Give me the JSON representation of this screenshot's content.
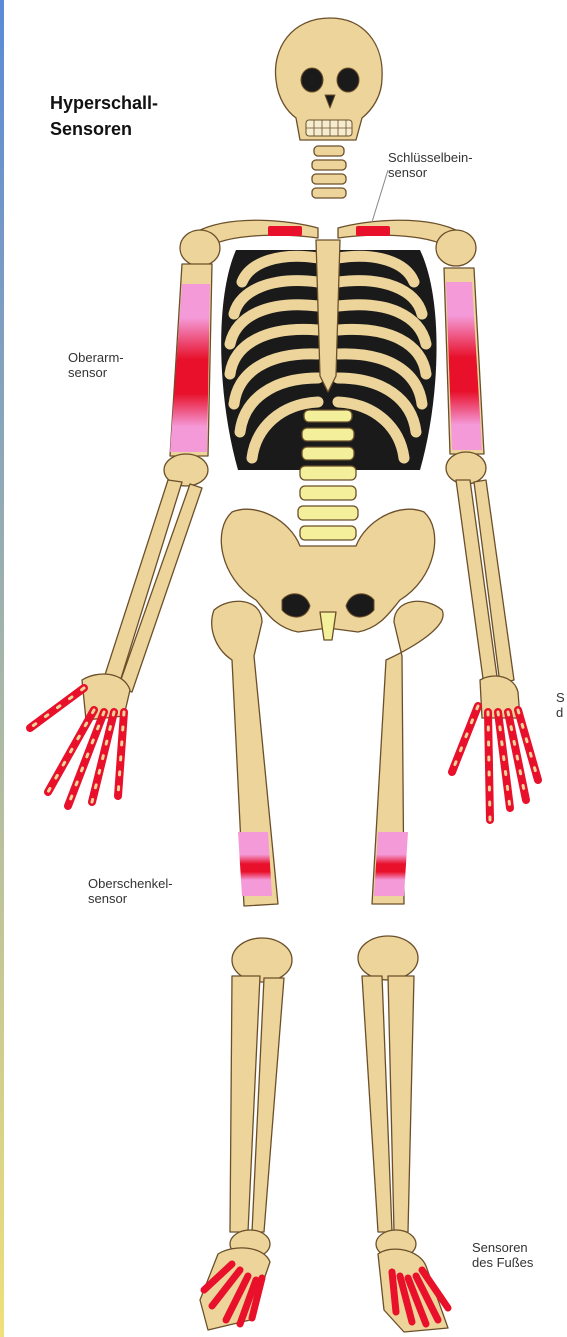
{
  "title": {
    "line1": "Hyperschall-",
    "line2": "Sensoren"
  },
  "labels": {
    "collarbone": {
      "line1": "Schlüsselbein-",
      "line2": "sensor"
    },
    "upper_arm": {
      "line1": "Oberarm-",
      "line2": "sensor"
    },
    "thigh": {
      "line1": "Oberschenkel-",
      "line2": "sensor"
    },
    "feet": {
      "line1": "Sensoren",
      "line2": "des Fußes"
    },
    "hands_partial": {
      "line1": "S",
      "line2": "d"
    }
  },
  "colors": {
    "bone": "#ecd49a",
    "bone_outline": "#6b4f2a",
    "bone_shadow": "#c8a66a",
    "rib_gap": "#1a1a1a",
    "spine_disc": "#f4ef9a",
    "sensor_red": "#e8102a",
    "sensor_pink": "#f49ad8",
    "left_strip_top": "#5a8ad8",
    "left_strip_bottom": "#f0e07a"
  }
}
